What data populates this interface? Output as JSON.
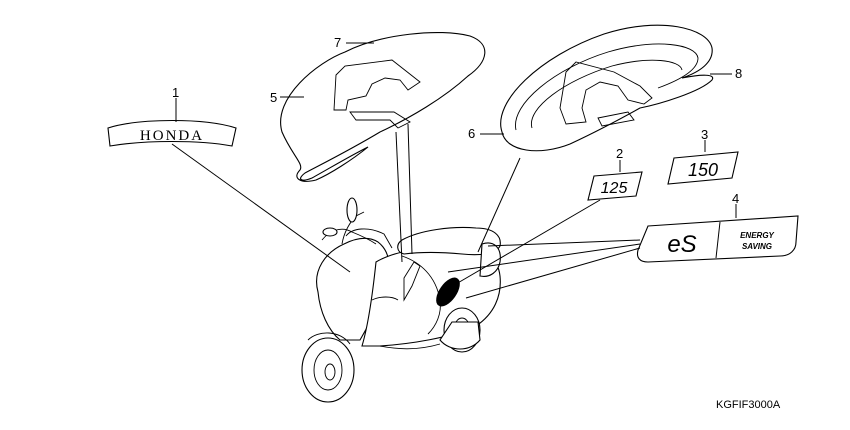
{
  "diagram": {
    "part_code": "KGFIF3000A",
    "callouts": [
      "1",
      "2",
      "3",
      "4",
      "5",
      "6",
      "7",
      "8"
    ],
    "emblems": {
      "honda": "HONDA",
      "badge_125": "125",
      "badge_150": "150",
      "es_logo": "eS",
      "es_sub": "ENERGY\nSAVING"
    }
  }
}
